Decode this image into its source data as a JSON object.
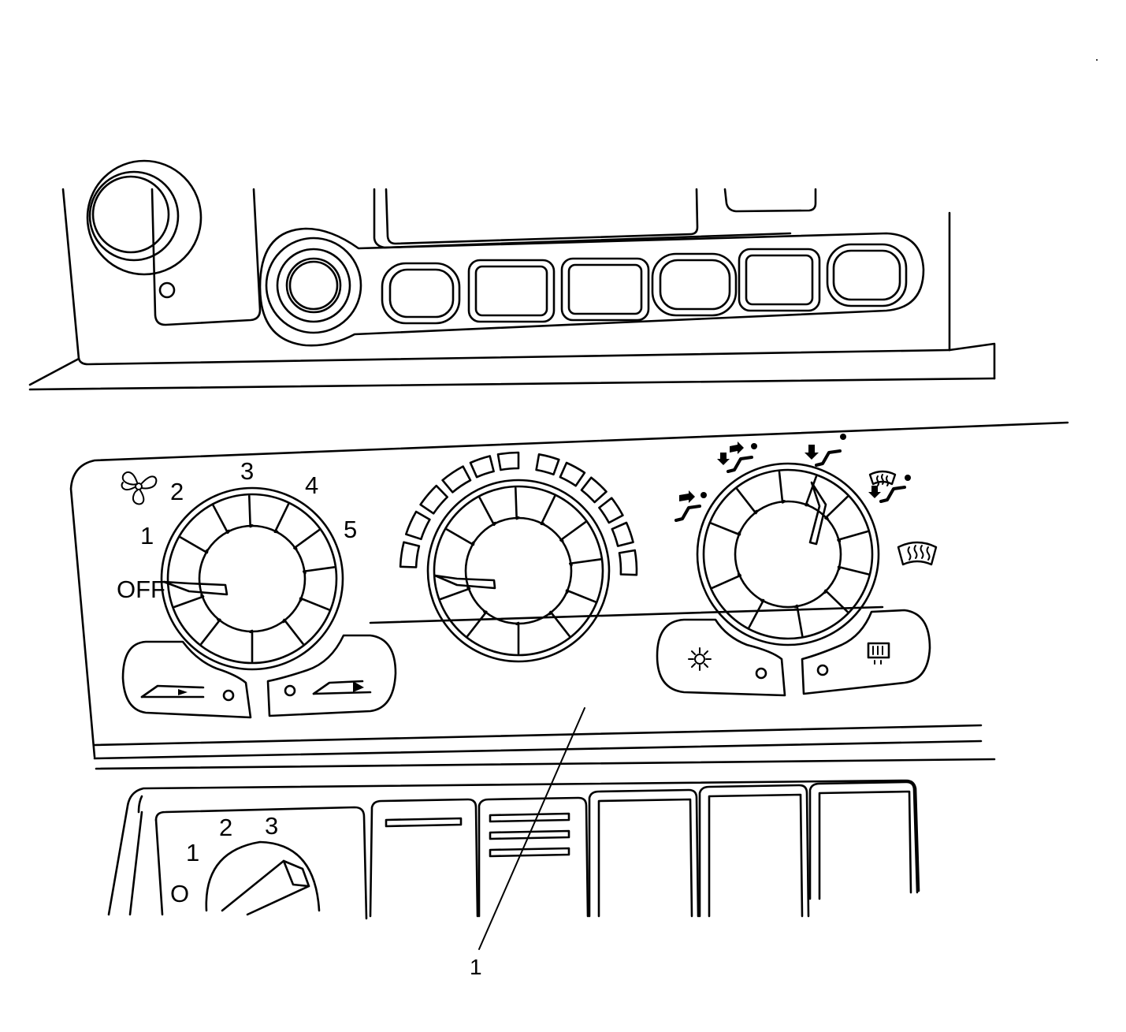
{
  "fan_control": {
    "positions": [
      "OFF",
      "1",
      "2",
      "3",
      "4",
      "5"
    ]
  },
  "lower_knob": {
    "positions": [
      "O",
      "1",
      "2",
      "3"
    ]
  },
  "callouts": [
    {
      "label": "1"
    }
  ],
  "icons": {
    "fan": "fan-icon",
    "mode_face": "face-vent-mode-icon",
    "mode_face_floor": "face-floor-mode-icon",
    "mode_floor": "floor-mode-icon",
    "mode_floor_defrost": "floor-defrost-mode-icon",
    "mode_defrost": "windshield-defrost-icon",
    "ac": "air-conditioning-snowflake-icon",
    "rear_defrost": "rear-window-defrost-icon",
    "recirc": "recirculation-icon",
    "fresh_air": "fresh-air-icon"
  },
  "colors": {
    "line": "#000000",
    "background": "#ffffff"
  }
}
